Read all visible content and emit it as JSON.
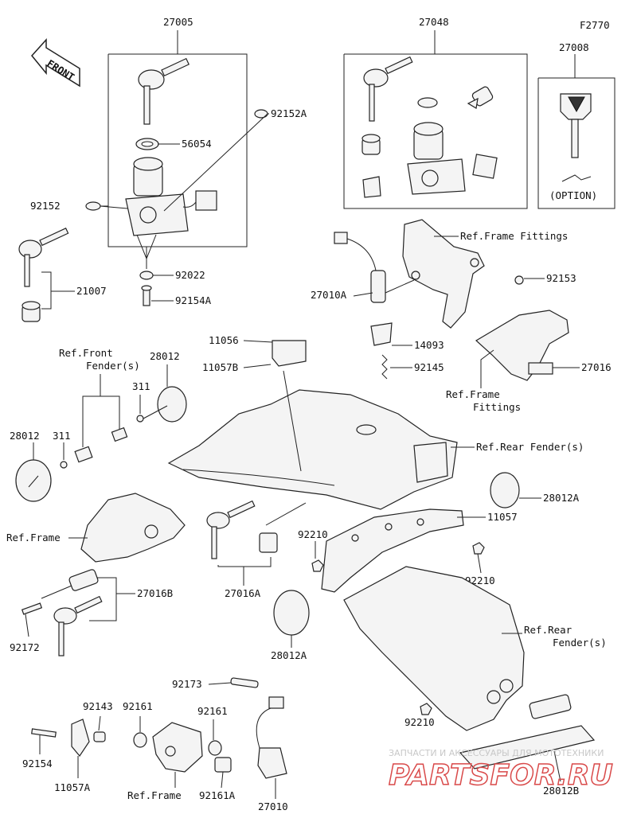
{
  "figure_code": "F2770",
  "direction_arrow": {
    "text": "FRONT"
  },
  "callouts": {
    "c27005": "27005",
    "c27048": "27048",
    "c27008": "27008",
    "c92152A": "92152A",
    "c56054": "56054",
    "c92152": "92152",
    "c92022": "92022",
    "c92154A": "92154A",
    "c21007": "21007",
    "c27010A": "27010A",
    "c14093": "14093",
    "c92145": "92145",
    "c92153": "92153",
    "c27016": "27016",
    "c11056": "11056",
    "c11057B": "11057B",
    "c28012_top": "28012",
    "c311_top": "311",
    "c28012_left": "28012",
    "c311_left": "311",
    "c28012A_right": "28012A",
    "c11057": "11057",
    "c92210_a": "92210",
    "c92210_b": "92210",
    "c27016B": "27016B",
    "c27016A": "27016A",
    "c92172": "92172",
    "c28012A_bottom": "28012A",
    "c92173": "92173",
    "c92143": "92143",
    "c92161_a": "92161",
    "c92161_b": "92161",
    "c92154": "92154",
    "c11057A": "11057A",
    "c92161A": "92161A",
    "c27010": "27010",
    "c92210_c": "92210",
    "c28012B": "28012B"
  },
  "option_label": "(OPTION)",
  "ref_labels": {
    "frame_fittings_top": "Ref.Frame Fittings",
    "frame_fittings_mid_1": "Ref.Frame",
    "frame_fittings_mid_2": "Fittings",
    "front_fender_1": "Ref.Front",
    "front_fender_2": "Fender(s)",
    "rear_fender_top": "Ref.Rear Fender(s)",
    "frame_left": "Ref.Frame",
    "rear_fender_right_1": "Ref.Rear",
    "rear_fender_right_2": "Fender(s)",
    "frame_bottom": "Ref.Frame"
  },
  "watermark": {
    "top": "ЗАПЧАСТИ И АКСЕССУАРЫ ДЛЯ МОТОТЕХНИКИ",
    "main": "PARTSFOR.RU"
  },
  "colors": {
    "line": "#222222",
    "watermark": "#d94a4a"
  }
}
